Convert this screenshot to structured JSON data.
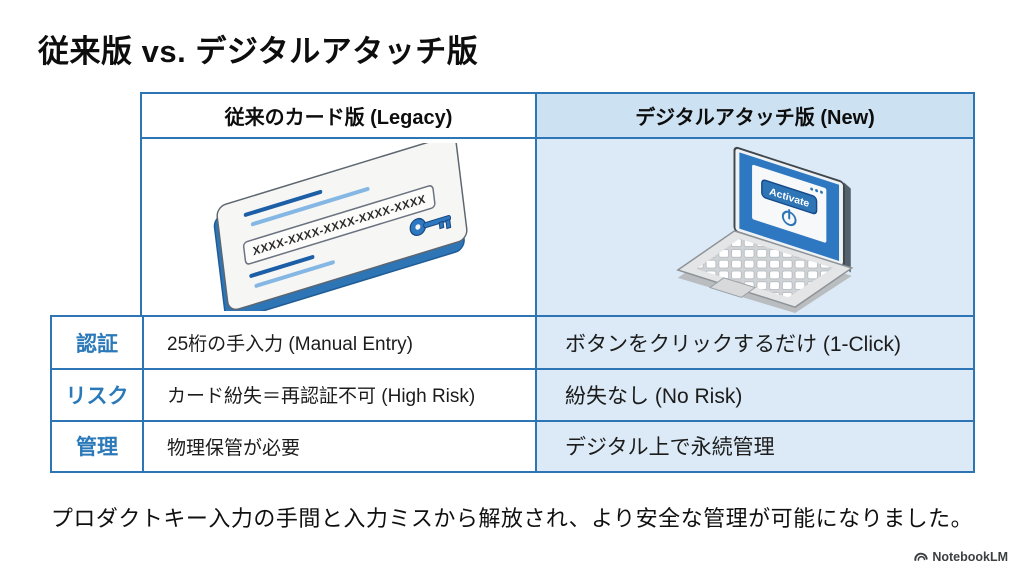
{
  "title": "従来版 vs. デジタルアタッチ版",
  "table": {
    "col_headers": {
      "legacy": "従来のカード版 (Legacy)",
      "new": "デジタルアタッチ版 (New)"
    },
    "rows": [
      {
        "label": "認証",
        "legacy": "25桁の手入力 (Manual Entry)",
        "new": "ボタンをクリックするだけ (1-Click)"
      },
      {
        "label": "リスク",
        "legacy": "カード紛失＝再認証不可 (High Risk)",
        "new": "紛失なし (No Risk)"
      },
      {
        "label": "管理",
        "legacy": "物理保管が必要",
        "new": "デジタル上で永続管理"
      }
    ]
  },
  "illustrations": {
    "card_key_text": "XXXX-XXXX-XXXX-XXXX-XXXX",
    "laptop_button_label": "Activate"
  },
  "footer": {
    "note": "プロダクトキー入力の手間と入力ミスから解放され、より安全な管理が可能になりました。",
    "watermark": "NotebookLM"
  },
  "colors": {
    "border_blue": "#2E75B6",
    "label_blue": "#2B79B9",
    "cell_light_blue": "#DBEAF6",
    "header_light_blue": "#CCE1F2"
  }
}
